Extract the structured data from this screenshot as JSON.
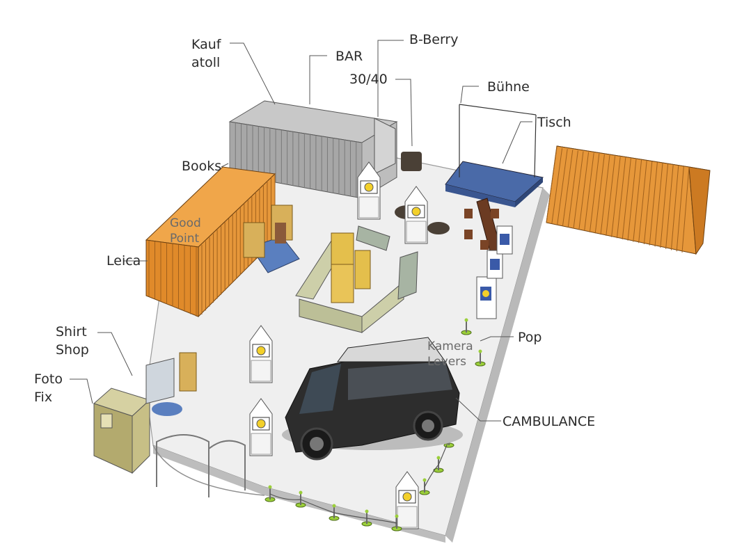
{
  "labels": {
    "kaufatoll": "Kauf\natoll",
    "bar": "BAR",
    "bberry": "B-Berry",
    "dreissigvierzig": "30/40",
    "buehne": "Bühne",
    "tisch": "Tisch",
    "books": "Books",
    "goodpoint": "Good\nPoint",
    "leica": "Leica",
    "shirtshop": "Shirt\nShop",
    "fotofix": "Foto\nFix",
    "pop": "Pop",
    "kameralevers": "Kamera\nLevers",
    "cambulance": "CAMBULANCE"
  },
  "colors": {
    "floor": "#efefef",
    "container_orange": "#e6973a",
    "container_grey": "#a7a7a7",
    "stage_blue": "#5878b8",
    "rug_blue": "#5a7fbf",
    "wood": "#d8b05a",
    "kiosk_accent": "#f3d02a",
    "bollard_green": "#9bcf3a",
    "van_dark": "#2d2d2d",
    "photobooth": "#b3aa6e"
  }
}
